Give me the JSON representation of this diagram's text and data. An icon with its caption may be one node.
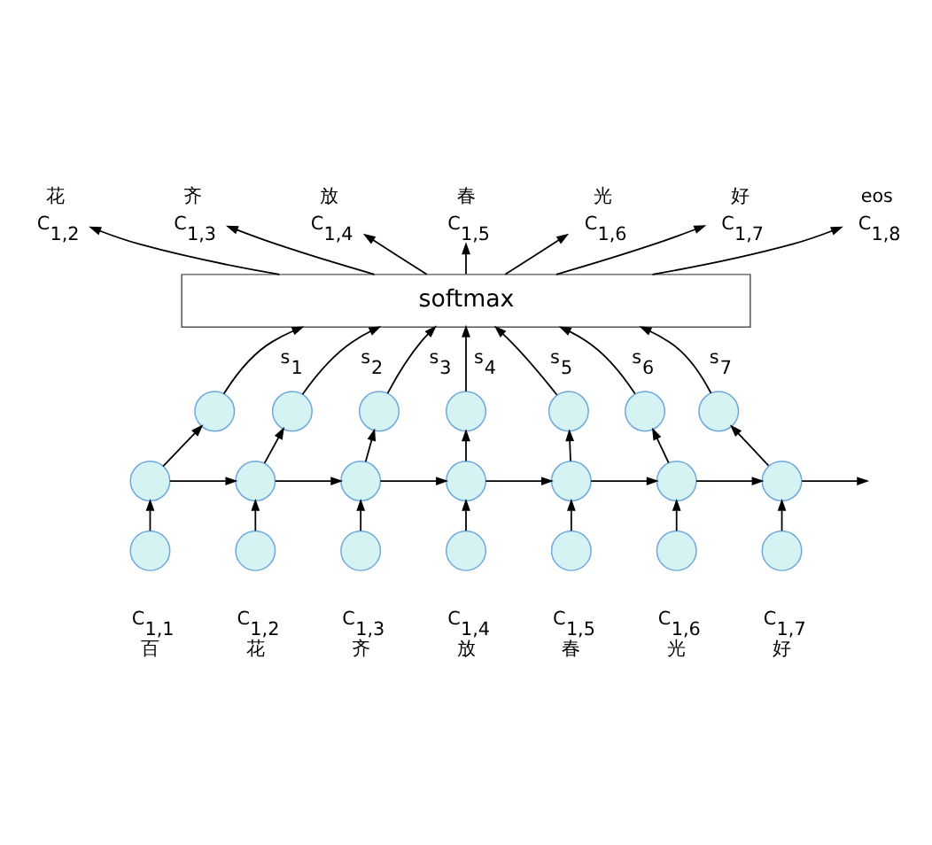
{
  "diagram": {
    "nodes": [
      {
        "text": [
          "花",
          "C$_{1,2}$"
        ]
      },
      {
        "text": [
          "齐",
          "C$_{1,3}$"
        ]
      },
      {
        "text": [
          "放",
          "C$_{1,4}$"
        ]
      },
      {
        "text": [
          "春",
          "C$_{1,5}$"
        ]
      },
      {
        "text": [
          "光",
          "C$_{1,6}$"
        ]
      },
      {
        "text": [
          "好",
          "C$_{1,7}$"
        ]
      },
      {
        "text": [
          "eos",
          "C$_{1,8}$"
        ]
      },
      {
        "text": [
          "softmax"
        ]
      },
      {
        "text": [],
        "shape": "circle"
      },
      {
        "text": [],
        "shape": "circle"
      },
      {
        "text": [],
        "shape": "circle"
      },
      {
        "text": [],
        "shape": "circle"
      },
      {
        "text": [],
        "shape": "circle"
      },
      {
        "text": [],
        "shape": "circle"
      },
      {
        "text": [],
        "shape": "circle"
      },
      {
        "text": [],
        "shape": "circle"
      },
      {
        "text": [],
        "shape": "circle"
      },
      {
        "text": [],
        "shape": "circle"
      },
      {
        "text": [],
        "shape": "circle"
      },
      {
        "text": [],
        "shape": "circle"
      },
      {
        "text": [],
        "shape": "circle"
      },
      {
        "text": [],
        "shape": "circle"
      },
      {
        "text": [],
        "shape": "circle",
        "beside": [
          "C$_{1,1}$",
          "百"
        ]
      },
      {
        "text": [],
        "shape": "circle",
        "beside": [
          "C$_{1,2}$",
          "花"
        ]
      },
      {
        "text": [],
        "shape": "circle",
        "beside": [
          "C$_{1,3}$",
          "齐"
        ]
      },
      {
        "text": [],
        "shape": "circle",
        "beside": [
          "C$_{1,4}$",
          "放"
        ]
      },
      {
        "text": [],
        "shape": "circle",
        "beside": [
          "C$_{1,5}$",
          "春"
        ]
      },
      {
        "text": [],
        "shape": "circle",
        "beside": [
          "C$_{1,6}$",
          "光"
        ]
      },
      {
        "text": [],
        "shape": "circle",
        "beside": [
          "C$_{1,7}$",
          "好"
        ]
      }
    ],
    "edges": [
      {
        "from": 7,
        "to": 0,
        "arrow": "to"
      },
      {
        "from": 7,
        "to": 1,
        "arrow": "to"
      },
      {
        "from": 7,
        "to": 2,
        "arrow": "to"
      },
      {
        "from": 7,
        "to": 3,
        "arrow": "to"
      },
      {
        "from": 7,
        "to": 4,
        "arrow": "to"
      },
      {
        "from": 7,
        "to": 5,
        "arrow": "to"
      },
      {
        "from": 7,
        "to": 6,
        "arrow": "to"
      },
      {
        "from": 8,
        "to": 7,
        "arrow": "to",
        "label": "s$_{1}$"
      },
      {
        "from": 9,
        "to": 7,
        "arrow": "to",
        "label": "s$_{2}$"
      },
      {
        "from": 10,
        "to": 7,
        "arrow": "to",
        "label": "s$_{3}$"
      },
      {
        "from": 11,
        "to": 7,
        "arrow": "to",
        "label": "s$_{4}$"
      },
      {
        "from": 12,
        "to": 7,
        "arrow": "to",
        "label": "s$_{5}$"
      },
      {
        "from": 13,
        "to": 7,
        "arrow": "to",
        "label": "s$_{6}$"
      },
      {
        "from": 14,
        "to": 7,
        "arrow": "to",
        "label": "s$_{7}$"
      },
      {
        "from": 15,
        "to": 8,
        "arrow": "to"
      },
      {
        "from": 16,
        "to": 9,
        "arrow": "to"
      },
      {
        "from": 17,
        "to": 10,
        "arrow": "to"
      },
      {
        "from": 18,
        "to": 11,
        "arrow": "to"
      },
      {
        "from": 19,
        "to": 12,
        "arrow": "to"
      },
      {
        "from": 20,
        "to": 13,
        "arrow": "to"
      },
      {
        "from": 21,
        "to": 14,
        "arrow": "to"
      },
      {
        "from": 15,
        "to": 16,
        "arrow": "to"
      },
      {
        "from": 16,
        "to": 17,
        "arrow": "to"
      },
      {
        "from": 17,
        "to": 18,
        "arrow": "to"
      },
      {
        "from": 18,
        "to": 19,
        "arrow": "to"
      },
      {
        "from": 19,
        "to": 20,
        "arrow": "to"
      },
      {
        "from": 20,
        "to": 21,
        "arrow": "to"
      },
      {
        "from": 21,
        "to": null,
        "arrow": "to"
      },
      {
        "from": 22,
        "to": 15,
        "arrow": "to"
      },
      {
        "from": 23,
        "to": 16,
        "arrow": "to"
      },
      {
        "from": 24,
        "to": 17,
        "arrow": "to"
      },
      {
        "from": 25,
        "to": 18,
        "arrow": "to"
      },
      {
        "from": 26,
        "to": 19,
        "arrow": "to"
      },
      {
        "from": 27,
        "to": 20,
        "arrow": "to"
      },
      {
        "from": 28,
        "to": 21,
        "arrow": "to"
      }
    ]
  }
}
